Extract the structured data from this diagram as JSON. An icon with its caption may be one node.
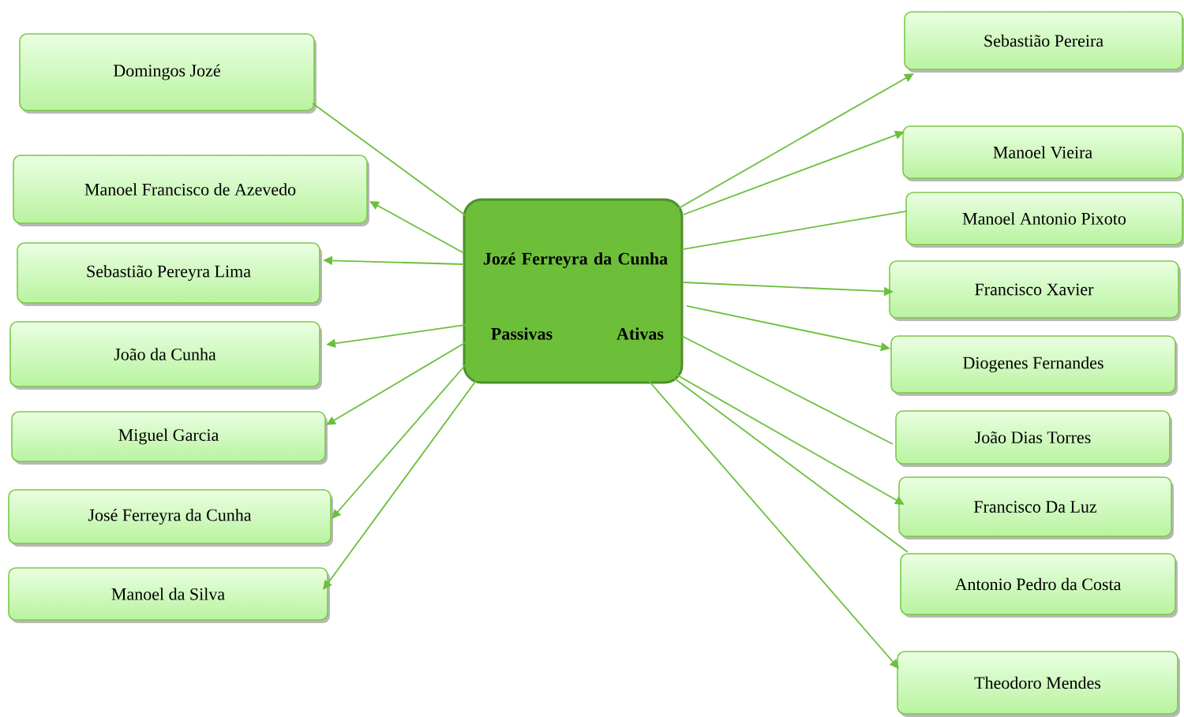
{
  "diagram": {
    "nodes": [
      {
        "text": [
          "Jozé Ferreyra da Cunha",
          "Passivas",
          "Ativas"
        ]
      },
      {
        "text": [
          "Domingos Jozé"
        ]
      },
      {
        "text": [
          "Manoel Francisco de Azevedo"
        ]
      },
      {
        "text": [
          "Sebastião Pereyra Lima"
        ]
      },
      {
        "text": [
          "João da Cunha"
        ]
      },
      {
        "text": [
          "Miguel Garcia"
        ]
      },
      {
        "text": [
          "José Ferreyra da Cunha"
        ]
      },
      {
        "text": [
          "Manoel da Silva"
        ]
      },
      {
        "text": [
          "Sebastião Pereira"
        ]
      },
      {
        "text": [
          "Manoel Vieira"
        ]
      },
      {
        "text": [
          "Manoel Antonio Pixoto"
        ]
      },
      {
        "text": [
          "Francisco Xavier"
        ]
      },
      {
        "text": [
          "Diogenes Fernandes"
        ]
      },
      {
        "text": [
          "João Dias Torres"
        ]
      },
      {
        "text": [
          "Francisco Da Luz"
        ]
      },
      {
        "text": [
          "Antonio Pedro da Costa"
        ]
      },
      {
        "text": [
          "Theodoro Mendes"
        ]
      }
    ],
    "edges": [
      {
        "from": 0,
        "to": 1,
        "arrow": "none"
      },
      {
        "from": 0,
        "to": 2,
        "arrow": "to"
      },
      {
        "from": 0,
        "to": 3,
        "arrow": "to"
      },
      {
        "from": 0,
        "to": 4,
        "arrow": "to"
      },
      {
        "from": 0,
        "to": 5,
        "arrow": "to"
      },
      {
        "from": 0,
        "to": 6,
        "arrow": "to"
      },
      {
        "from": 0,
        "to": 7,
        "arrow": "to"
      },
      {
        "from": 0,
        "to": 8,
        "arrow": "to"
      },
      {
        "from": 0,
        "to": 9,
        "arrow": "to"
      },
      {
        "from": 0,
        "to": 10,
        "arrow": "none"
      },
      {
        "from": 0,
        "to": 11,
        "arrow": "to"
      },
      {
        "from": 0,
        "to": 12,
        "arrow": "to"
      },
      {
        "from": 0,
        "to": 13,
        "arrow": "none"
      },
      {
        "from": 0,
        "to": 14,
        "arrow": "to"
      },
      {
        "from": 0,
        "to": 15,
        "arrow": "none"
      },
      {
        "from": 0,
        "to": 16,
        "arrow": "to"
      }
    ]
  }
}
